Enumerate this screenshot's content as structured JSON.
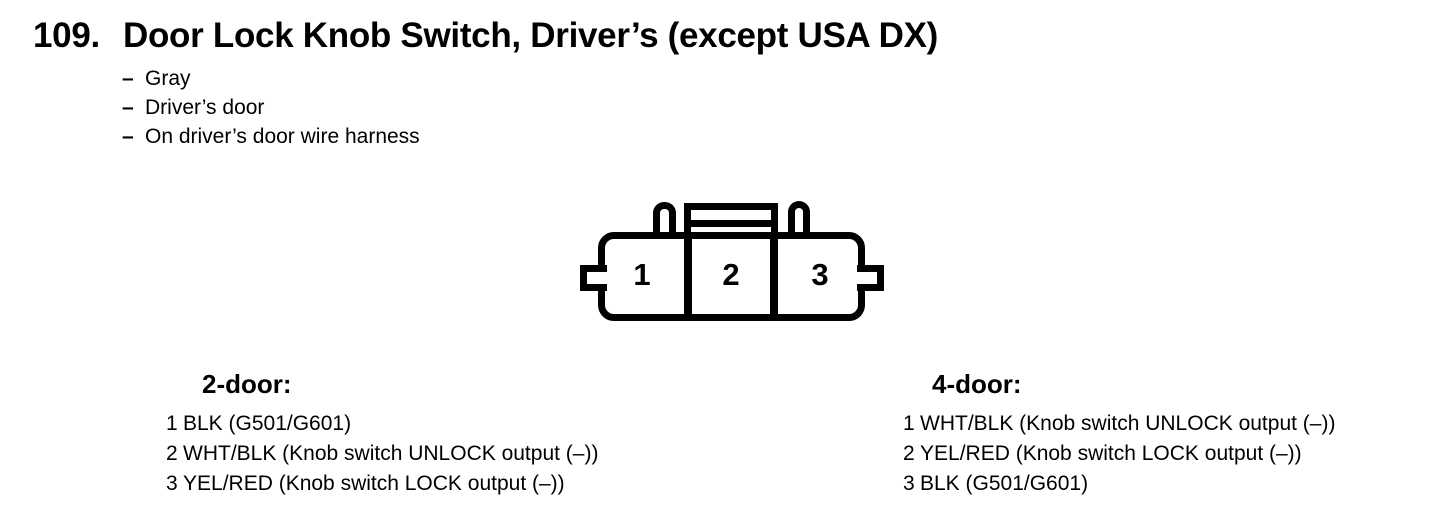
{
  "page": {
    "paper_color": "#ffffff",
    "ink_color": "#000000"
  },
  "heading": {
    "number": "109.",
    "title": "Door Lock Knob Switch, Driver’s (except USA DX)"
  },
  "notes_dash": "–",
  "notes": [
    "Gray",
    "Driver’s door",
    "On driver’s door wire harness"
  ],
  "connector": {
    "description": "3-cavity connector, front view, top latch and two prongs, side tabs",
    "pins": [
      "1",
      "2",
      "3"
    ]
  },
  "pinouts": [
    {
      "heading": "2-door:",
      "rows": [
        {
          "pin": "1",
          "desc": "BLK (G501/G601)"
        },
        {
          "pin": "2",
          "desc": "WHT/BLK (Knob switch UNLOCK output (–))"
        },
        {
          "pin": "3",
          "desc": "YEL/RED (Knob switch LOCK output (–))"
        }
      ]
    },
    {
      "heading": "4-door:",
      "rows": [
        {
          "pin": "1",
          "desc": "WHT/BLK (Knob switch UNLOCK output (–))"
        },
        {
          "pin": "2",
          "desc": "YEL/RED (Knob switch LOCK output (–))"
        },
        {
          "pin": "3",
          "desc": "BLK (G501/G601)"
        }
      ]
    }
  ]
}
